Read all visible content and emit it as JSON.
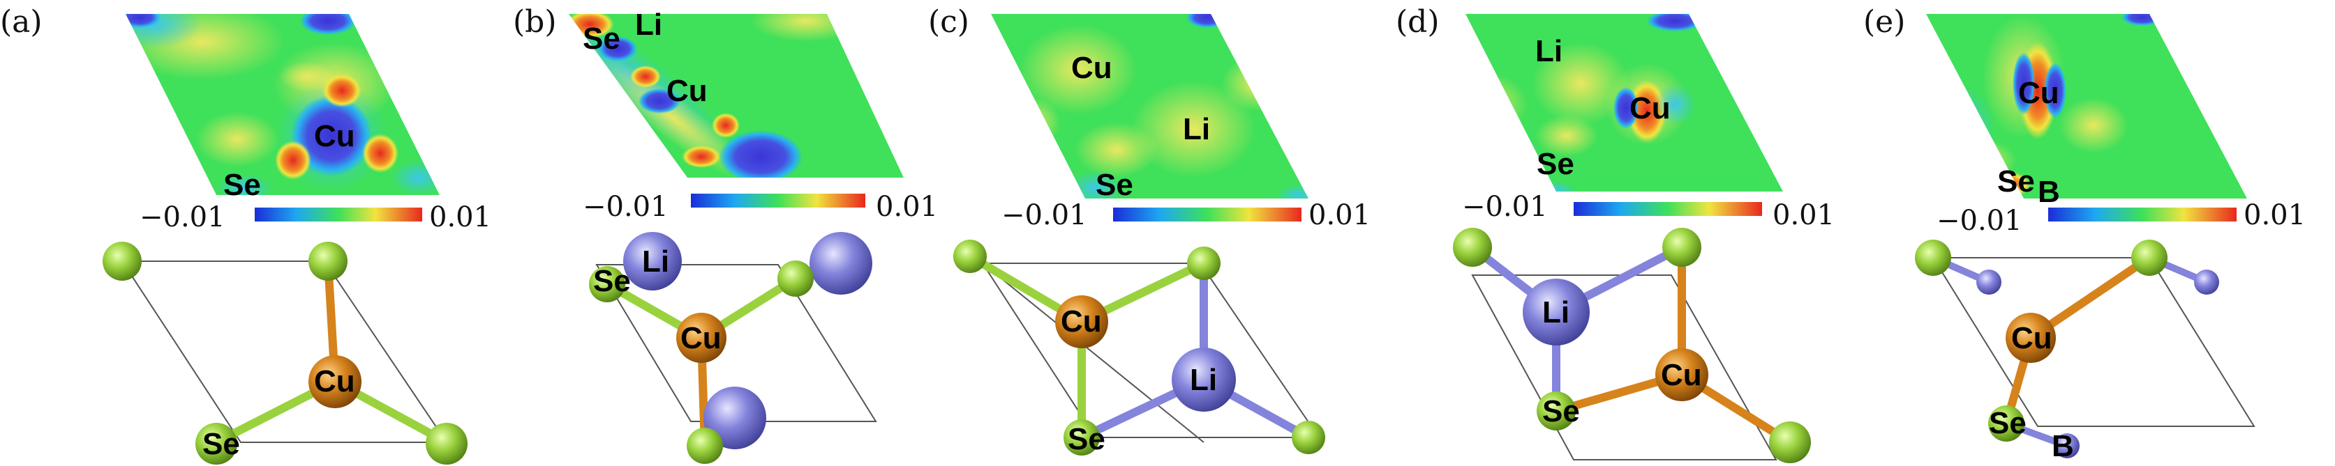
{
  "figure": {
    "panels": [
      {
        "label": "(a)",
        "colorbar": {
          "min": "−0.01",
          "max": "0.01"
        },
        "map_labels": [
          "Cu",
          "Se"
        ],
        "structure_labels": [
          "Cu",
          "Se"
        ]
      },
      {
        "label": "(b)",
        "colorbar": {
          "min": "−0.01",
          "max": "0.01"
        },
        "map_labels": [
          "Li",
          "Se",
          "Cu"
        ],
        "structure_labels": [
          "Li",
          "Se",
          "Cu"
        ]
      },
      {
        "label": "(c)",
        "colorbar": {
          "min": "−0.01",
          "max": "0.01"
        },
        "map_labels": [
          "Cu",
          "Li",
          "Se"
        ],
        "structure_labels": [
          "Cu",
          "Li",
          "Se"
        ]
      },
      {
        "label": "(d)",
        "colorbar": {
          "min": "−0.01",
          "max": "0.01"
        },
        "map_labels": [
          "Li",
          "Cu",
          "Se"
        ],
        "structure_labels": [
          "Li",
          "Cu",
          "Se"
        ]
      },
      {
        "label": "(e)",
        "colorbar": {
          "min": "−0.01",
          "max": "0.01"
        },
        "map_labels": [
          "Cu",
          "Se",
          "B"
        ],
        "structure_labels": [
          "Cu",
          "Se",
          "B"
        ]
      }
    ],
    "colors": {
      "map_background": "#3fe05a",
      "positive": "#e8281e",
      "negative": "#3a34d8",
      "cu_atom": "#d6831c",
      "se_atom": "#8cc83a",
      "li_atom": "#7a7ad6",
      "b_atom": "#6f6fd8"
    }
  }
}
